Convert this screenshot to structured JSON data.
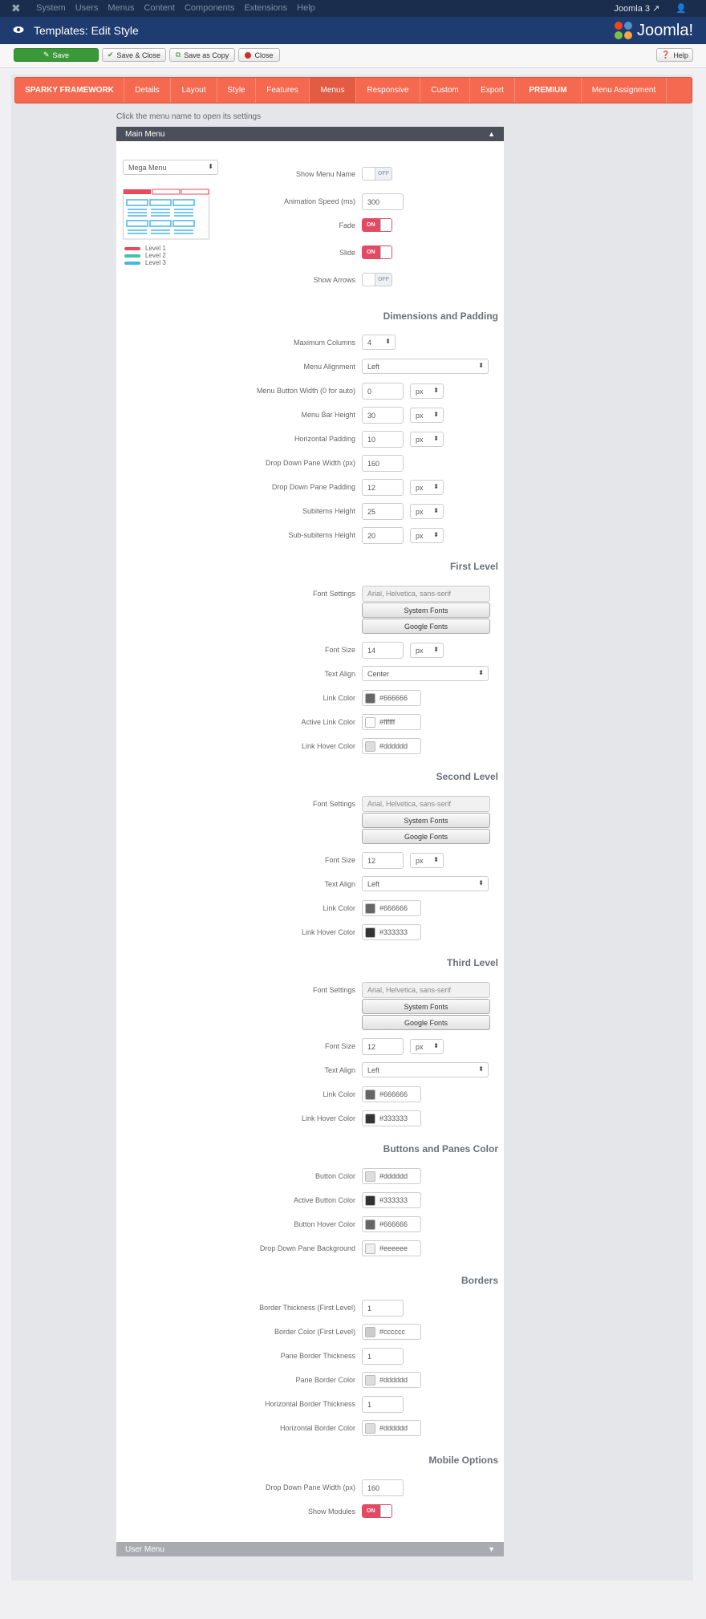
{
  "topnav": {
    "items": [
      "System",
      "Users",
      "Menus",
      "Content",
      "Components",
      "Extensions",
      "Help"
    ],
    "site_link": "Joomla 3",
    "user_icon": "user-icon"
  },
  "header": {
    "title": "Templates: Edit Style",
    "logo_text": "Joomla!"
  },
  "toolbar": {
    "save": "Save",
    "save_close": "Save & Close",
    "save_copy": "Save as Copy",
    "close": "Close",
    "help": "Help"
  },
  "tabs": [
    "SPARKY FRAMEWORK",
    "Details",
    "Layout",
    "Style",
    "Features",
    "Menus",
    "Responsive",
    "Custom",
    "Export",
    "PREMIUM",
    "Menu Assignment"
  ],
  "active_tab": "Menus",
  "hint": "Click the menu name to open its settings",
  "accordion": {
    "main": "Main Menu",
    "user": "User Menu"
  },
  "menu_type": "Mega Menu",
  "legend": [
    "Level 1",
    "Level 2",
    "Level 3"
  ],
  "legend_colors": [
    "#e74a5a",
    "#3fc4a0",
    "#49b4e8"
  ],
  "general": {
    "show_menu_name": {
      "label": "Show Menu Name",
      "state": "OFF"
    },
    "animation_speed": {
      "label": "Animation Speed (ms)",
      "value": "300"
    },
    "fade": {
      "label": "Fade",
      "state": "ON"
    },
    "slide": {
      "label": "Slide",
      "state": "ON"
    },
    "show_arrows": {
      "label": "Show Arrows",
      "state": "OFF"
    }
  },
  "dimensions": {
    "title": "Dimensions and Padding",
    "max_columns": {
      "label": "Maximum Columns",
      "value": "4"
    },
    "menu_alignment": {
      "label": "Menu Alignment",
      "value": "Left"
    },
    "button_width": {
      "label": "Menu Button Width (0 for auto)",
      "value": "0",
      "unit": "px"
    },
    "bar_height": {
      "label": "Menu Bar Height",
      "value": "30",
      "unit": "px"
    },
    "h_padding": {
      "label": "Horizontal Padding",
      "value": "10",
      "unit": "px"
    },
    "pane_width": {
      "label": "Drop Down Pane Width (px)",
      "value": "160"
    },
    "pane_padding": {
      "label": "Drop Down Pane Padding",
      "value": "12",
      "unit": "px"
    },
    "subitems_height": {
      "label": "Subitems Height",
      "value": "25",
      "unit": "px"
    },
    "subsubitems_height": {
      "label": "Sub-subitems Height",
      "value": "20",
      "unit": "px"
    }
  },
  "first_level": {
    "title": "First Level",
    "font_settings": {
      "label": "Font Settings",
      "value": "Arial, Helvetica, sans-serif"
    },
    "system_fonts": "System Fonts",
    "google_fonts": "Google Fonts",
    "font_size": {
      "label": "Font Size",
      "value": "14",
      "unit": "px"
    },
    "text_align": {
      "label": "Text Align",
      "value": "Center"
    },
    "link_color": {
      "label": "Link Color",
      "value": "#666666"
    },
    "active_link_color": {
      "label": "Active Link Color",
      "value": "#ffffff"
    },
    "link_hover_color": {
      "label": "Link Hover Color",
      "value": "#dddddd"
    }
  },
  "second_level": {
    "title": "Second Level",
    "font_settings": {
      "label": "Font Settings",
      "value": "Arial, Helvetica, sans-serif"
    },
    "system_fonts": "System Fonts",
    "google_fonts": "Google Fonts",
    "font_size": {
      "label": "Font Size",
      "value": "12",
      "unit": "px"
    },
    "text_align": {
      "label": "Text Align",
      "value": "Left"
    },
    "link_color": {
      "label": "Link Color",
      "value": "#666666"
    },
    "link_hover_color": {
      "label": "Link Hover Color",
      "value": "#333333"
    }
  },
  "third_level": {
    "title": "Third Level",
    "font_settings": {
      "label": "Font Settings",
      "value": "Arial, Helvetica, sans-serif"
    },
    "system_fonts": "System Fonts",
    "google_fonts": "Google Fonts",
    "font_size": {
      "label": "Font Size",
      "value": "12",
      "unit": "px"
    },
    "text_align": {
      "label": "Text Align",
      "value": "Left"
    },
    "link_color": {
      "label": "Link Color",
      "value": "#666666"
    },
    "link_hover_color": {
      "label": "Link Hover Color",
      "value": "#333333"
    }
  },
  "buttons_panes": {
    "title": "Buttons and Panes Color",
    "button_color": {
      "label": "Button Color",
      "value": "#dddddd"
    },
    "active_button_color": {
      "label": "Active Button Color",
      "value": "#333333"
    },
    "button_hover_color": {
      "label": "Button Hover Color",
      "value": "#666666"
    },
    "pane_bg": {
      "label": "Drop Down Pane Background",
      "value": "#eeeeee"
    }
  },
  "borders": {
    "title": "Borders",
    "thickness_first": {
      "label": "Border Thickness (First Level)",
      "value": "1"
    },
    "color_first": {
      "label": "Border Color (First Level)",
      "value": "#cccccc"
    },
    "pane_thickness": {
      "label": "Pane Border Thickness",
      "value": "1"
    },
    "pane_color": {
      "label": "Pane Border Color",
      "value": "#dddddd"
    },
    "h_thickness": {
      "label": "Horizontal Border Thickness",
      "value": "1"
    },
    "h_color": {
      "label": "Horizontal Border Color",
      "value": "#dddddd"
    }
  },
  "mobile": {
    "title": "Mobile Options",
    "pane_width": {
      "label": "Drop Down Pane Width (px)",
      "value": "160"
    },
    "show_modules": {
      "label": "Show Modules",
      "state": "ON"
    }
  }
}
